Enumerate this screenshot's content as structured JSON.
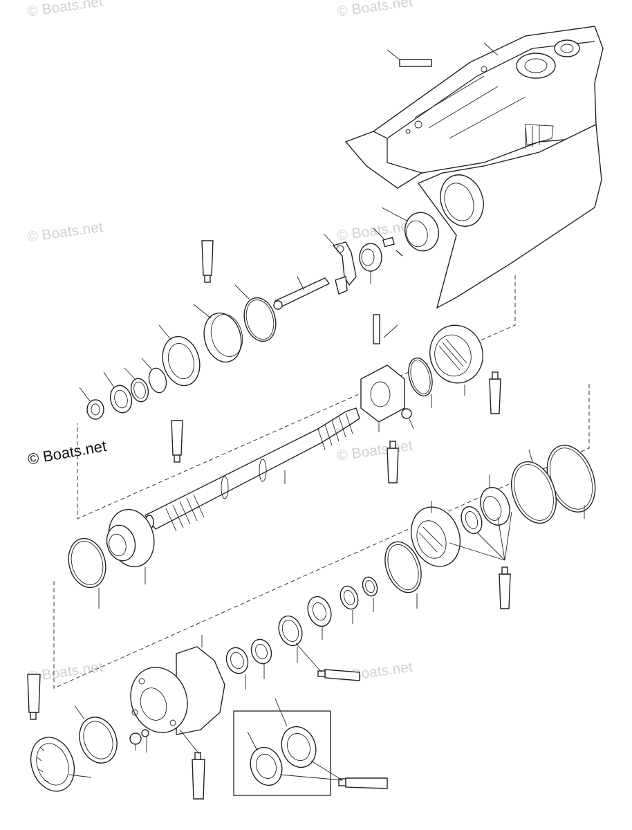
{
  "watermarks": {
    "wm1": "© Boats.net",
    "wm2": "© Boats.net",
    "wm3": "© Boats.net",
    "wm4": "© Boats.net",
    "wm5": "© Boats.net",
    "wm6": "© Boats.net",
    "wm7": "© Boats.net",
    "main": "© Boats.net"
  },
  "colors": {
    "line": "#222222",
    "background": "#ffffff",
    "watermark": "#d2d2d2"
  }
}
